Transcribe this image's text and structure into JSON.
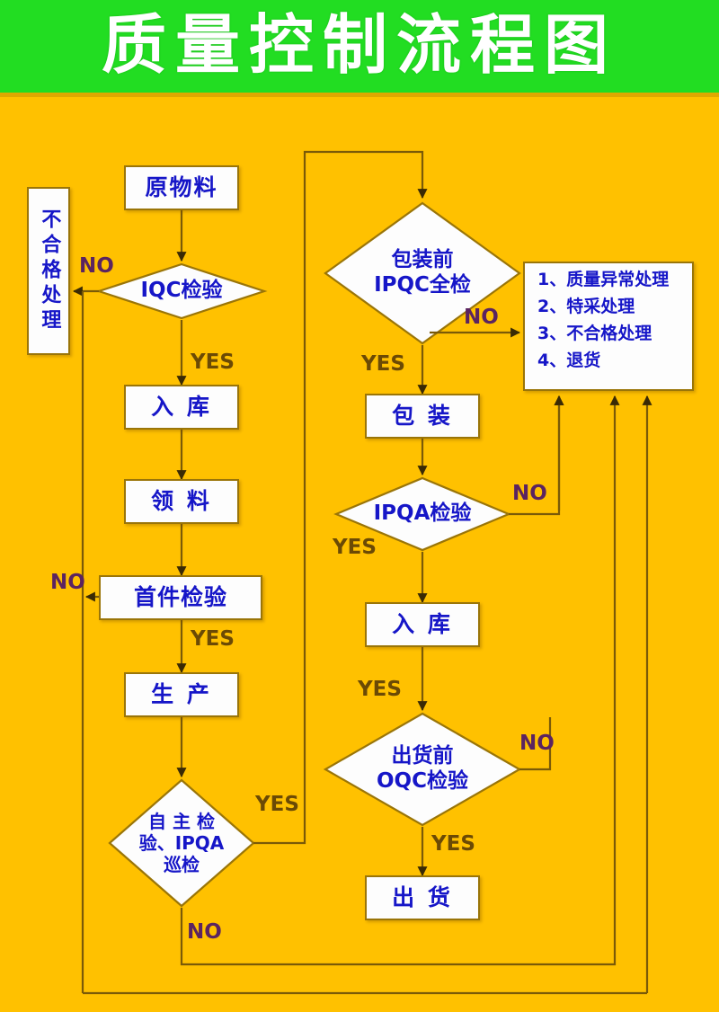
{
  "page": {
    "title": "质量控制流程图",
    "bg_color": "#FFC100",
    "title_bg_color": "#22DD22",
    "title_text_color": "#FFFFFF",
    "node_text_color": "#1616C8",
    "node_border_color": "#9A7508",
    "edge_color": "#7A5A08"
  },
  "nodes": {
    "raw_material": "原物料",
    "iqc_check": "IQC检验",
    "reject_handling": "不合格处理",
    "warehouse_in_1": "入  库",
    "material_issue": "领  料",
    "first_article": "首件检验",
    "production": "生  产",
    "self_check": "自主检验、IPQA巡检",
    "self_check_lines": [
      "自 主 检",
      "验、IPQA",
      "巡检"
    ],
    "ipqc_full": "包装前IPQC全检",
    "ipqc_full_lines": [
      "包装前",
      "IPQC全检"
    ],
    "packaging": "包  装",
    "ipqa_check": "IPQA检验",
    "warehouse_in_2": "入  库",
    "oqc_check": "出货前OQC检验",
    "oqc_check_lines": [
      "出货前",
      "OQC检验"
    ],
    "shipment": "出  货"
  },
  "action_list": {
    "items": [
      "1、质量异常处理",
      "2、特采处理",
      "3、不合格处理",
      "4、退货"
    ]
  },
  "edge_labels": {
    "iqc_no": "NO",
    "iqc_yes": "YES",
    "first_article_no": "NO",
    "first_article_yes": "YES",
    "self_check_yes": "YES",
    "self_check_no": "NO",
    "ipqc_no": "NO",
    "ipqc_yes": "YES",
    "ipqa_no": "NO",
    "ipqa_yes": "YES",
    "oqc_no": "NO",
    "oqc_yes": "YES",
    "warehouse2_yes": "YES"
  },
  "chart_data": {
    "type": "diagram",
    "title": "质量控制流程图",
    "diagram_kind": "flowchart",
    "nodes": [
      {
        "id": "raw_material",
        "label": "原物料",
        "shape": "rect"
      },
      {
        "id": "iqc_check",
        "label": "IQC检验",
        "shape": "diamond"
      },
      {
        "id": "reject_handling",
        "label": "不合格处理",
        "shape": "rect",
        "orientation": "vertical"
      },
      {
        "id": "warehouse_in_1",
        "label": "入  库",
        "shape": "rect"
      },
      {
        "id": "material_issue",
        "label": "领  料",
        "shape": "rect"
      },
      {
        "id": "first_article",
        "label": "首件检验",
        "shape": "rect"
      },
      {
        "id": "production",
        "label": "生  产",
        "shape": "rect"
      },
      {
        "id": "self_check",
        "label": "自主检验、IPQA巡检",
        "shape": "diamond"
      },
      {
        "id": "ipqc_full",
        "label": "包装前IPQC全检",
        "shape": "diamond"
      },
      {
        "id": "packaging",
        "label": "包  装",
        "shape": "rect"
      },
      {
        "id": "ipqa_check",
        "label": "IPQA检验",
        "shape": "diamond"
      },
      {
        "id": "warehouse_in_2",
        "label": "入  库",
        "shape": "rect"
      },
      {
        "id": "oqc_check",
        "label": "出货前OQC检验",
        "shape": "diamond"
      },
      {
        "id": "shipment",
        "label": "出  货",
        "shape": "rect"
      },
      {
        "id": "action_list",
        "label": "1、质量异常处理 2、特采处理 3、不合格处理 4、退货",
        "shape": "rect"
      }
    ],
    "edges": [
      {
        "from": "raw_material",
        "to": "iqc_check",
        "label": ""
      },
      {
        "from": "iqc_check",
        "to": "reject_handling",
        "label": "NO"
      },
      {
        "from": "iqc_check",
        "to": "warehouse_in_1",
        "label": "YES"
      },
      {
        "from": "warehouse_in_1",
        "to": "material_issue",
        "label": ""
      },
      {
        "from": "material_issue",
        "to": "first_article",
        "label": ""
      },
      {
        "from": "first_article",
        "to": "reject_handling",
        "label": "NO"
      },
      {
        "from": "first_article",
        "to": "production",
        "label": "YES"
      },
      {
        "from": "production",
        "to": "self_check",
        "label": ""
      },
      {
        "from": "self_check",
        "to": "ipqc_full",
        "label": "YES"
      },
      {
        "from": "self_check",
        "to": "action_list",
        "label": "NO"
      },
      {
        "from": "ipqc_full",
        "to": "action_list",
        "label": "NO"
      },
      {
        "from": "ipqc_full",
        "to": "packaging",
        "label": "YES"
      },
      {
        "from": "packaging",
        "to": "ipqa_check",
        "label": ""
      },
      {
        "from": "ipqa_check",
        "to": "action_list",
        "label": "NO"
      },
      {
        "from": "ipqa_check",
        "to": "warehouse_in_2",
        "label": "YES"
      },
      {
        "from": "warehouse_in_2",
        "to": "oqc_check",
        "label": "YES"
      },
      {
        "from": "oqc_check",
        "to": "action_list",
        "label": "NO"
      },
      {
        "from": "oqc_check",
        "to": "shipment",
        "label": "YES"
      },
      {
        "from": "reject_handling",
        "to": "action_list",
        "label": ""
      }
    ]
  }
}
